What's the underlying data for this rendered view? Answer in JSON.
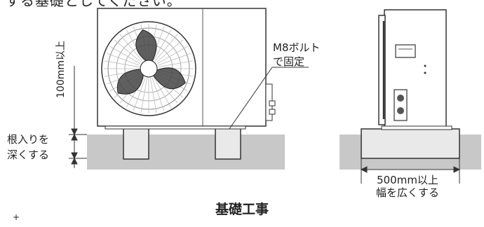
{
  "top_text": "する基礎としてください。",
  "bolt_label": [
    "M8ボルト",
    "で固定"
  ],
  "root_label": [
    "根入りを",
    "深くする"
  ],
  "height_dimension": "100mm以上",
  "width_label": [
    "500mm以上",
    "幅を広くする"
  ],
  "title": "基礎工事",
  "corner_mark": "+"
}
